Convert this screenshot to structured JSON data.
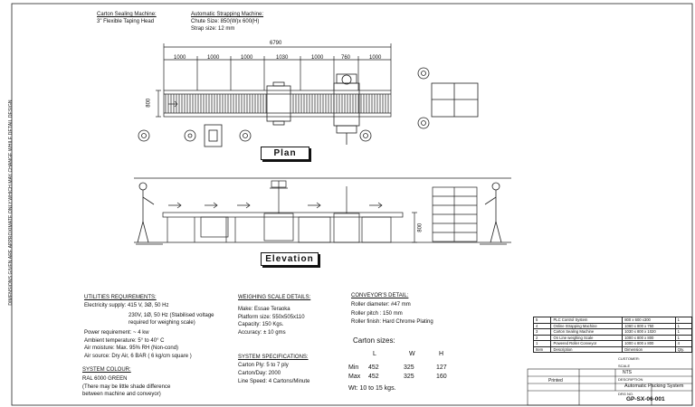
{
  "sidebar_note": "DIMENSIONS GIVEN ARE APPROXIMATE ONLY.WHICH MAY CHANGE WHILE DETAIL DESIGN",
  "header": {
    "carton_title": "Carton Sealing Machine:",
    "carton_line1": "3\" Flexible Taping Head",
    "strap_title": "Automatic Strapping Machine:",
    "strap_line1": "Chute Size: 850(W)x 600(H)",
    "strap_line2": "Strap size: 12 mm"
  },
  "plan": {
    "overall_dim": "6790",
    "segments": [
      "1000",
      "1000",
      "1000",
      "1030",
      "1000",
      "760",
      "1000"
    ],
    "height_dim": "800",
    "label": "Plan"
  },
  "elevation": {
    "height_dim": "800",
    "label": "Elevation"
  },
  "utilities": {
    "title": "UTILITIES REQUIREMENTS:",
    "lines": [
      "Electricity supply: 415 V, 3Ø, 50 Hz",
      "230V, 1Ø, 50 Hz (Stabilised voltage",
      "required for weighing scale)",
      "Power requirement: ~ 4 kw",
      "Ambient temperature: 5° to 40° C",
      "Air moisture: Max. 95% RH (Non-cond)",
      "Air source: Dry Air, 6 BAR ( 6 kg/cm square )"
    ]
  },
  "colour": {
    "title": "SYSTEM COLOUR:",
    "lines": [
      "RAL 6000 GREEN",
      "(There may be little shade difference",
      "between machine and conveyor)"
    ]
  },
  "weighing": {
    "title": "WEIGHING SCALE DETAILS:",
    "lines": [
      "Make: Essae Teraoka",
      "Platform size: 550x505x110",
      "Capacity: 150 Kgs.",
      "Accuracy: ± 10 gms"
    ]
  },
  "specs": {
    "title": "SYSTEM SPECIFICATIONS:",
    "lines": [
      "Carton Ply: 5 to 7 ply",
      "Carton/Day: 2000",
      "Line Speed: 4 Cartons/Minute"
    ]
  },
  "conveyor": {
    "title": "CONVEYOR'S DETAIL:",
    "lines": [
      "Roller diameter: #47 mm",
      "Roller pitch : 150 mm",
      "Roller finish: Hard Chrome Plating"
    ]
  },
  "carton_sizes": {
    "title": "Carton sizes:",
    "headers": [
      "L",
      "W",
      "H"
    ],
    "rows": [
      {
        "label": "Min",
        "values": [
          "452",
          "325",
          "127"
        ]
      },
      {
        "label": "Max",
        "values": [
          "452",
          "325",
          "160"
        ]
      }
    ],
    "weight": "Wt: 10 to 15 kgs."
  },
  "bom": {
    "rows": [
      {
        "no": "5",
        "desc": "PLC Control System",
        "dim": "800 x 600 x300",
        "qty": "1"
      },
      {
        "no": "4",
        "desc": "Online Strapping Machine",
        "dim": "1060 x 800 x 750",
        "qty": "1"
      },
      {
        "no": "3",
        "desc": "Carton Sealing Machine",
        "dim": "1030 x 800 x 1020",
        "qty": "1"
      },
      {
        "no": "2",
        "desc": "On Line weighing Scale",
        "dim": "1000 x 800 x 800",
        "qty": "1"
      },
      {
        "no": "1",
        "desc": "Powered Roller Conveyor",
        "dim": "1000 x 800 x 800",
        "qty": "4"
      }
    ],
    "head": {
      "no": "Item",
      "desc": "Description",
      "dim": "Dimension",
      "qty": "Qty."
    }
  },
  "titleblock": {
    "customer_label": "CUSTOMER:",
    "scale_label": "SCALE",
    "scale_value": "NTS",
    "description_label": "DESCRIPTION",
    "description": "Automatic Packing System",
    "drg_label": "DRG NO.",
    "drg_no": "GP-SX-06-001",
    "status": "Printed"
  }
}
